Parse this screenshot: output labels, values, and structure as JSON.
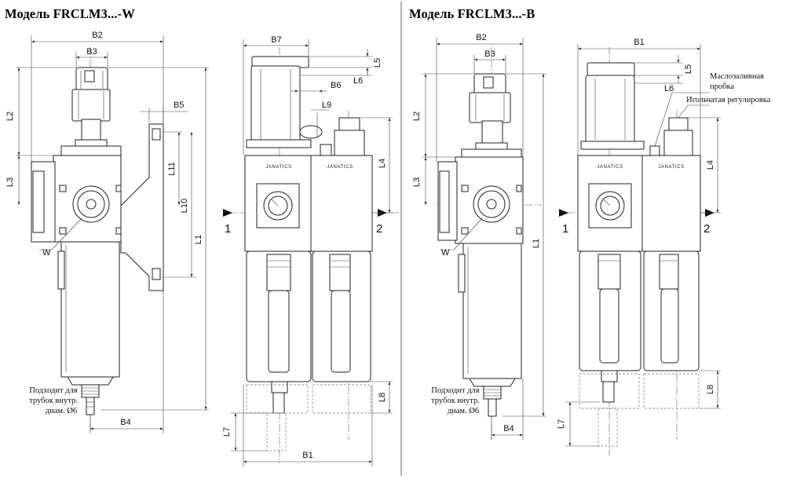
{
  "titles": {
    "left": "Модель FRCLM3...-W",
    "right": "Модель FRCLM3...-B"
  },
  "dims": {
    "B1": "B1",
    "B2": "B2",
    "B3": "B3",
    "B4": "B4",
    "B5": "B5",
    "B6": "B6",
    "B7": "B7",
    "L1": "L1",
    "L2": "L2",
    "L3": "L3",
    "L4": "L4",
    "L5": "L5",
    "L6": "L6",
    "L7": "L7",
    "L8": "L8",
    "L9": "L9",
    "L10": "L10",
    "L11": "L11",
    "W": "W"
  },
  "ports": {
    "inlet": "1",
    "outlet": "2"
  },
  "brand": "JANATICS",
  "tube_note": [
    "Подходит для",
    "трубок внутр.",
    "диам. Ø6"
  ],
  "callouts": {
    "oil_plug": [
      "Маслозаливная",
      "пробка"
    ],
    "needle": "Игольчатая регулировка"
  }
}
